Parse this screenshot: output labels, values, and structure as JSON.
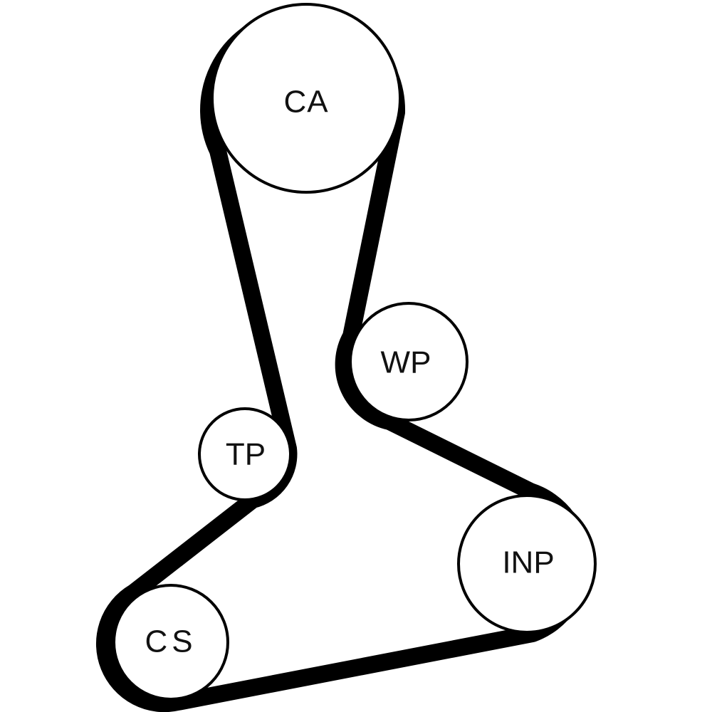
{
  "diagram": {
    "pulleys": {
      "ca": {
        "label": "CA"
      },
      "wp": {
        "label": "WP"
      },
      "tp": {
        "label": "TP"
      },
      "inp": {
        "label": "INP"
      },
      "cs": {
        "label": "CS"
      }
    },
    "colors": {
      "belt": "#000000",
      "pulley_fill": "#ffffff",
      "pulley_stroke": "#000000",
      "background": "#ffffff"
    }
  }
}
